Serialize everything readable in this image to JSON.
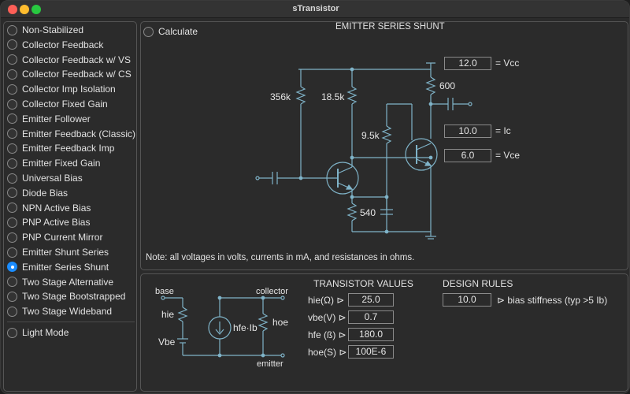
{
  "window": {
    "title": "sTransistor"
  },
  "sidebar": {
    "items": [
      {
        "label": "Non-Stabilized",
        "selected": false
      },
      {
        "label": "Collector Feedback",
        "selected": false
      },
      {
        "label": "Collector Feedback w/ VS",
        "selected": false
      },
      {
        "label": "Collector Feedback w/ CS",
        "selected": false
      },
      {
        "label": "Collector Imp Isolation",
        "selected": false
      },
      {
        "label": "Collector Fixed Gain",
        "selected": false
      },
      {
        "label": "Emitter Follower",
        "selected": false
      },
      {
        "label": "Emitter Feedback (Classic)",
        "selected": false
      },
      {
        "label": "Emitter Feedback Imp",
        "selected": false
      },
      {
        "label": "Emitter Fixed Gain",
        "selected": false
      },
      {
        "label": "Universal Bias",
        "selected": false
      },
      {
        "label": "Diode Bias",
        "selected": false
      },
      {
        "label": "NPN Active Bias",
        "selected": false
      },
      {
        "label": "PNP Active Bias",
        "selected": false
      },
      {
        "label": "PNP Current Mirror",
        "selected": false
      },
      {
        "label": "Emitter Shunt Series",
        "selected": false
      },
      {
        "label": "Emitter Series Shunt",
        "selected": true
      },
      {
        "label": "Two Stage Alternative",
        "selected": false
      },
      {
        "label": "Two Stage Bootstrapped",
        "selected": false
      },
      {
        "label": "Two Stage Wideband",
        "selected": false
      }
    ],
    "light_mode_label": "Light Mode"
  },
  "circuit": {
    "calculate_label": "Calculate",
    "title": "EMITTER SERIES SHUNT",
    "labels": {
      "r1": "356k",
      "r2": "18.5k",
      "r3": "9.5k",
      "r4": "540",
      "r5": "600"
    },
    "fields": [
      {
        "value": "12.0",
        "label": "= Vcc"
      },
      {
        "value": "10.0",
        "label": "= Ic"
      },
      {
        "value": "6.0",
        "label": "= Vce"
      }
    ],
    "note": "Note: all voltages in volts, currents in mA, and resistances in ohms."
  },
  "model": {
    "labels": {
      "base": "base",
      "collector": "collector",
      "emitter": "emitter",
      "hie": "hie",
      "vbe": "Vbe",
      "hfe_ib": "hfe·Ib",
      "hoe": "hoe"
    }
  },
  "transistor_values": {
    "heading": "TRANSISTOR VALUES",
    "rows": [
      {
        "label": "hie(Ω) ⊳",
        "value": "25.0"
      },
      {
        "label": "vbe(V) ⊳",
        "value": "0.7"
      },
      {
        "label": "hfe (ß) ⊳",
        "value": "180.0"
      },
      {
        "label": "hoe(S) ⊳",
        "value": "100E-6"
      }
    ]
  },
  "design_rules": {
    "heading": "DESIGN RULES",
    "value": "10.0",
    "label": "⊳ bias stiffness (typ >5 Ib)"
  },
  "colors": {
    "wire": "#7fb3c8",
    "accent": "#1a8cff",
    "bg": "#2b2b2b"
  }
}
